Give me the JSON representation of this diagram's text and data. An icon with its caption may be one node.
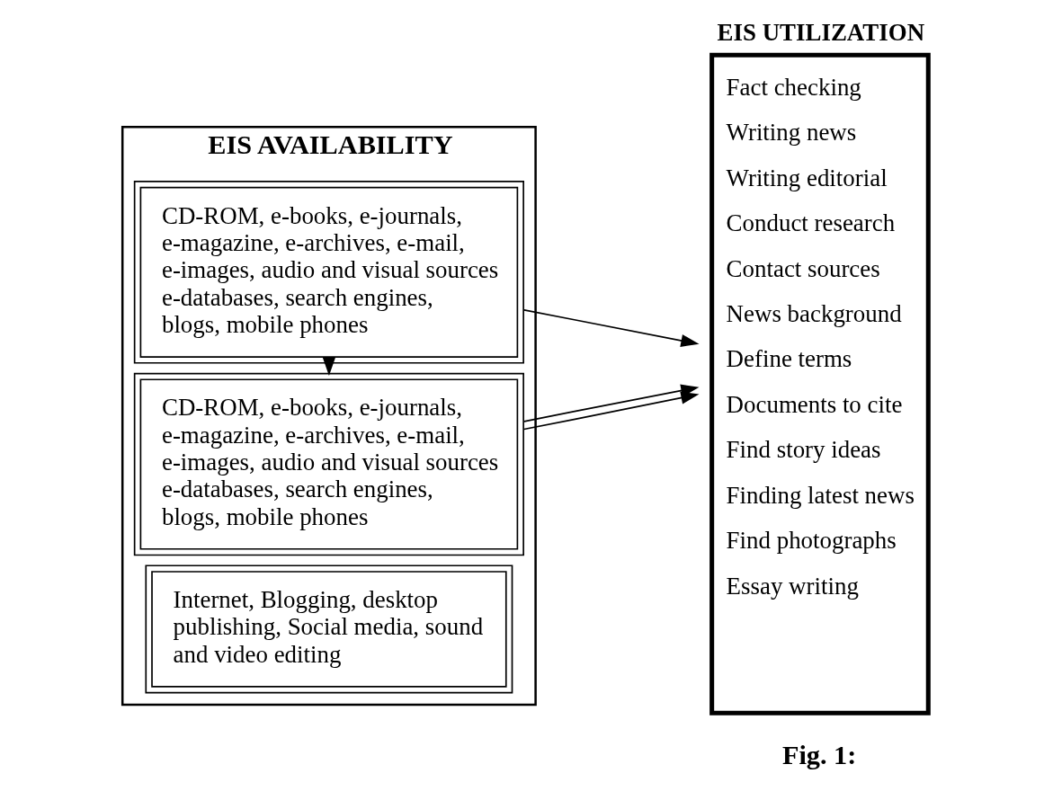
{
  "diagram": {
    "nodes": [
      {
        "text": [
          "EIS AVAILABILITY"
        ]
      },
      {
        "text": [
          "CD-ROM, e-books, e-journals, e-magazine, e-archives, e-mail, e-images, audio and visual sources e-databases, search engines, blogs, mobile phones"
        ],
        "in": 0
      },
      {
        "text": [
          "CD-ROM, e-books, e-journals, e-magazine, e-archives, e-mail, e-images, audio and visual sources e-databases, search engines, blogs, mobile phones"
        ],
        "in": 0
      },
      {
        "text": [
          "Internet, Blogging, desktop publishing, Social media, sound and video editing"
        ],
        "in": 0
      },
      {
        "text": [
          "EIS UTILIZATION",
          "Fact checking",
          "Writing news",
          "Writing editorial",
          "Conduct research",
          "Contact sources",
          "News background",
          "Define terms",
          "Documents to cite",
          "Find story ideas",
          "Finding latest news",
          "Find photographs",
          "Essay writing"
        ]
      }
    ],
    "edges": [
      {
        "from": 1,
        "to": 2,
        "arrow": "to"
      },
      {
        "from": 1,
        "to": 4,
        "arrow": "to"
      },
      {
        "from": 2,
        "to": 4,
        "arrow": "to"
      },
      {
        "from": 2,
        "to": 4,
        "arrow": "to"
      }
    ],
    "labels": [
      "Fig. 1:"
    ]
  }
}
